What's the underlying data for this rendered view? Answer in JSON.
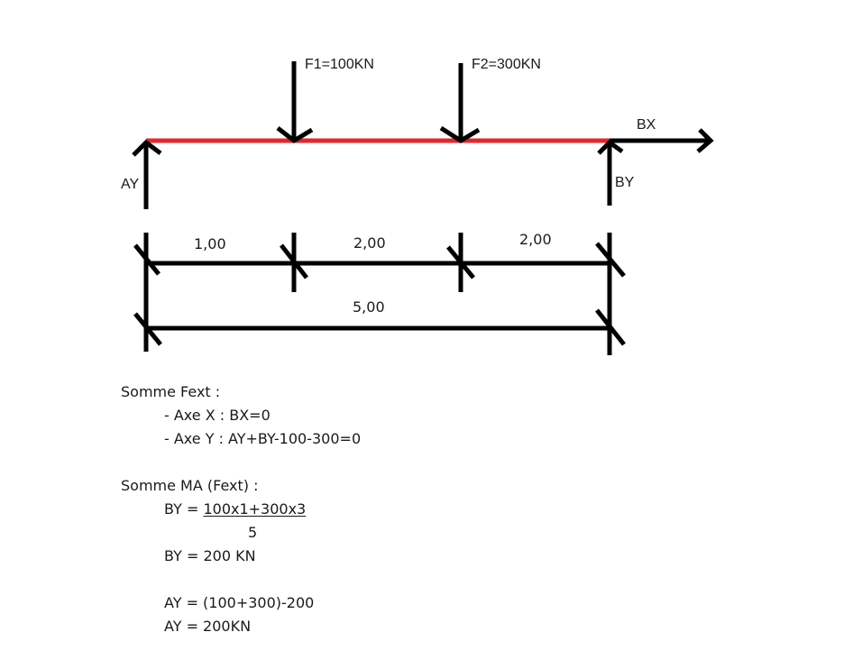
{
  "diagram": {
    "beam_color": "#e3262e",
    "line_color": "#000000",
    "loads": {
      "f1": "F1=100KN",
      "f2": "F2=300KN"
    },
    "reactions": {
      "ay": "AY",
      "by": "BY",
      "bx": "BX"
    },
    "dimensions": {
      "seg1": "1,00",
      "seg2": "2,00",
      "seg3": "2,00",
      "total": "5,00"
    }
  },
  "calculations": {
    "forces_title": "Somme Fext :",
    "axe_x": "- Axe X : BX=0",
    "axe_y": "- Axe Y : AY+BY-100-300=0",
    "moments_title": "Somme MA (Fext) :",
    "by_prefix": "BY = ",
    "by_numerator": "100x1+300x3",
    "by_denominator": "5",
    "by_result": "BY = 200 KN",
    "ay_expr": "AY = (100+300)-200",
    "ay_result": "AY = 200KN"
  }
}
